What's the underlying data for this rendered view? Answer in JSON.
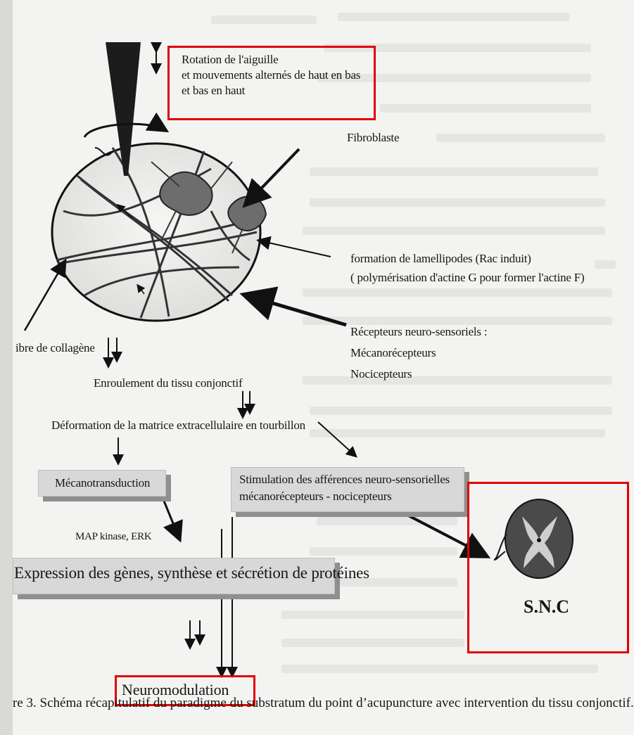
{
  "callouts": {
    "rotation": [
      "Rotation de l'aiguille",
      "et mouvements alternés de haut en bas",
      "et bas en haut"
    ],
    "fibroblaste": "Fibroblaste",
    "lamellipodes": [
      "formation de lamellipodes (Rac induit)",
      "( polymérisation d'actine G pour former l'actine F)"
    ],
    "recepteurs": [
      "Récepteurs neuro-sensoriels :",
      "Mécanorécepteurs",
      "Nocicepteurs"
    ],
    "collagene": "ibre de collagène"
  },
  "flow": {
    "enroulement": "Enroulement du tissu conjonctif",
    "deformation": "Déformation de la matrice extracellulaire en tourbillon",
    "mecanotransduction": "Mécanotransduction",
    "stimulation": [
      "Stimulation des afférences neuro-sensorielles",
      "mécanorécepteurs - nocicepteurs"
    ],
    "map_kinase": "MAP kinase, ERK",
    "expression": "Expression des gènes, synthèse et sécrétion de protéines",
    "neuromodulation": "Neuromodulation",
    "snc": "S.N.C"
  },
  "caption": "re 3. Schéma récapitulatif du paradigme du substratum du point d’acupuncture avec intervention du tissu conjonctif.",
  "colors": {
    "highlight_red": "#e00000",
    "box_fill": "#d8d8d8",
    "box_shadow": "#8f8f8f"
  }
}
